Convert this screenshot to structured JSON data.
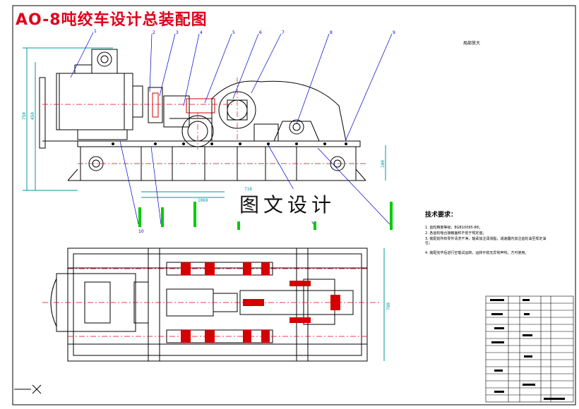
{
  "title": "AO-8吨绞车设计总装配图",
  "watermark": "图文设计",
  "corner_note": "局部放大",
  "notes": {
    "title": "技术要求：",
    "items": [
      "1. 齿轮精度等级，8GB10095-88；",
      "2. 各齿轮啮合接触面积不低于规定值；",
      "3. 装配前所有零件清洗干净，轴承加注润滑脂，减速器内加注齿轮油至规定油位；",
      "4. 装配完毕后进行空载试运转，运转平稳无异常声响，方可使用。"
    ]
  },
  "dimensions": {
    "height_total": "750",
    "height_motor": "450",
    "length_1": "1069",
    "length_2": "718",
    "base_height": "100",
    "width_plan": "780"
  },
  "balloons": [
    "1",
    "2",
    "3",
    "4",
    "5",
    "6",
    "7",
    "8",
    "9",
    "10"
  ],
  "colors": {
    "line": "#000000",
    "center": "#e0001a",
    "part_red": "#d40000",
    "leader": "#0000cc",
    "tag_green": "#00cc00",
    "cyan": "#009999",
    "title": "#e0001a"
  },
  "icons": [
    "ucs-cross-icon"
  ]
}
